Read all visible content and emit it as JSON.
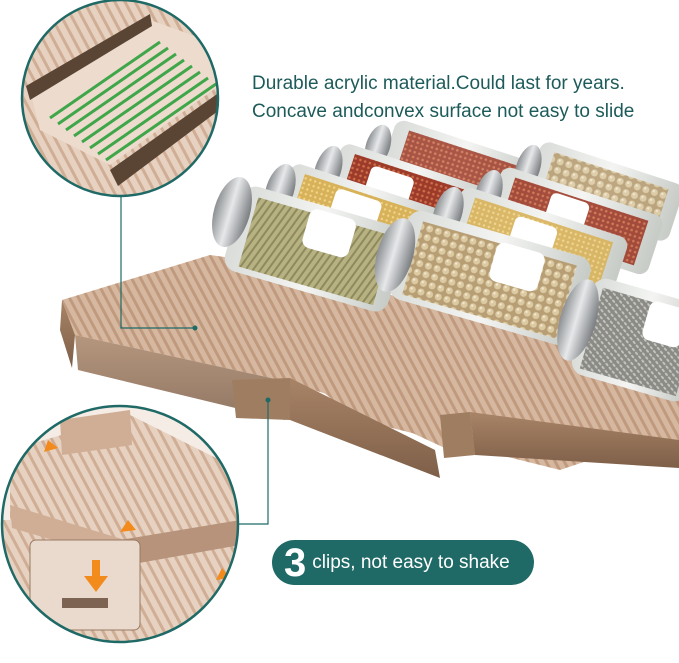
{
  "captions": {
    "line1": "Durable acrylic material.Could last for years.",
    "line2": "Concave andconvex surface not easy to slide"
  },
  "badge": {
    "number": "3",
    "text": "clips, not easy to shake"
  },
  "colors": {
    "accent": "#1f6a66",
    "text": "#1d5b5a",
    "riser": "#d9bba3",
    "riser_dark": "#9a7a62",
    "highlight_green": "#3fa64a",
    "highlight_orange": "#f28b1c"
  },
  "icons": [
    "magnifier-inset-top",
    "magnifier-inset-bottom",
    "arrow-down-icon"
  ]
}
